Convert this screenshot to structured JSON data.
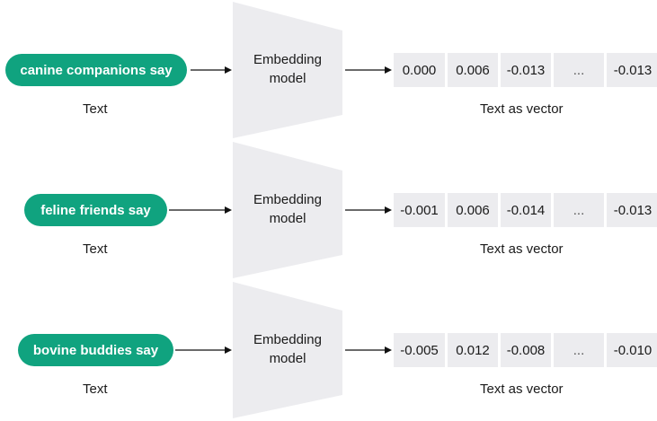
{
  "rows": [
    {
      "input": "canine companions say",
      "input_caption": "Text",
      "model_line1": "Embedding",
      "model_line2": "model",
      "vector": [
        "0.000",
        "0.006",
        "-0.013",
        "...",
        "-0.013"
      ],
      "vector_caption": "Text as vector"
    },
    {
      "input": "feline friends say",
      "input_caption": "Text",
      "model_line1": "Embedding",
      "model_line2": "model",
      "vector": [
        "-0.001",
        "0.006",
        "-0.014",
        "...",
        "-0.013"
      ],
      "vector_caption": "Text as vector"
    },
    {
      "input": "bovine buddies say",
      "input_caption": "Text",
      "model_line1": "Embedding",
      "model_line2": "model",
      "vector": [
        "-0.005",
        "0.012",
        "-0.008",
        "...",
        "-0.010"
      ],
      "vector_caption": "Text as vector"
    }
  ],
  "colors": {
    "pill": "#10a37f",
    "model": "#ececef",
    "vector_cell": "#ececef"
  }
}
